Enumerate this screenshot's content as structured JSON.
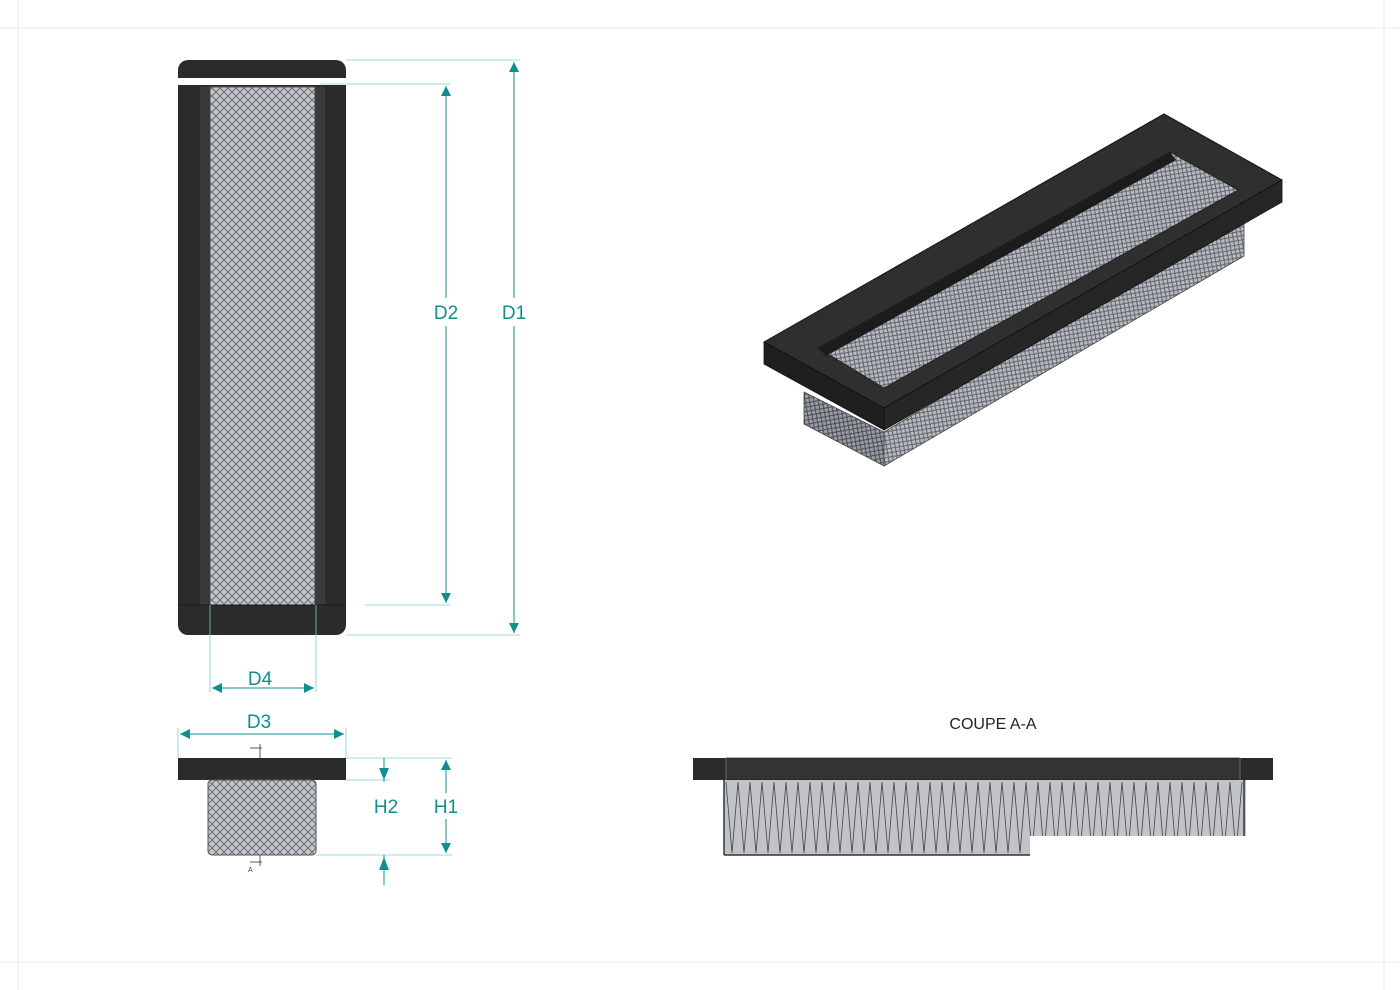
{
  "colors": {
    "dimension": "#0f8f8f",
    "frame": "#2b2b2b",
    "mesh": "#b9bcc2",
    "mesh_line": "#666a70",
    "extension_line": "#7fcfcf",
    "section_text": "#222222"
  },
  "dimensions": {
    "d1": "D1",
    "d2": "D2",
    "d3": "D3",
    "d4": "D4",
    "h1": "H1",
    "h2": "H2"
  },
  "section": {
    "title": "COUPE A-A",
    "marker": "A"
  },
  "views": [
    "front-view",
    "side-view",
    "isometric-view",
    "section-view"
  ]
}
